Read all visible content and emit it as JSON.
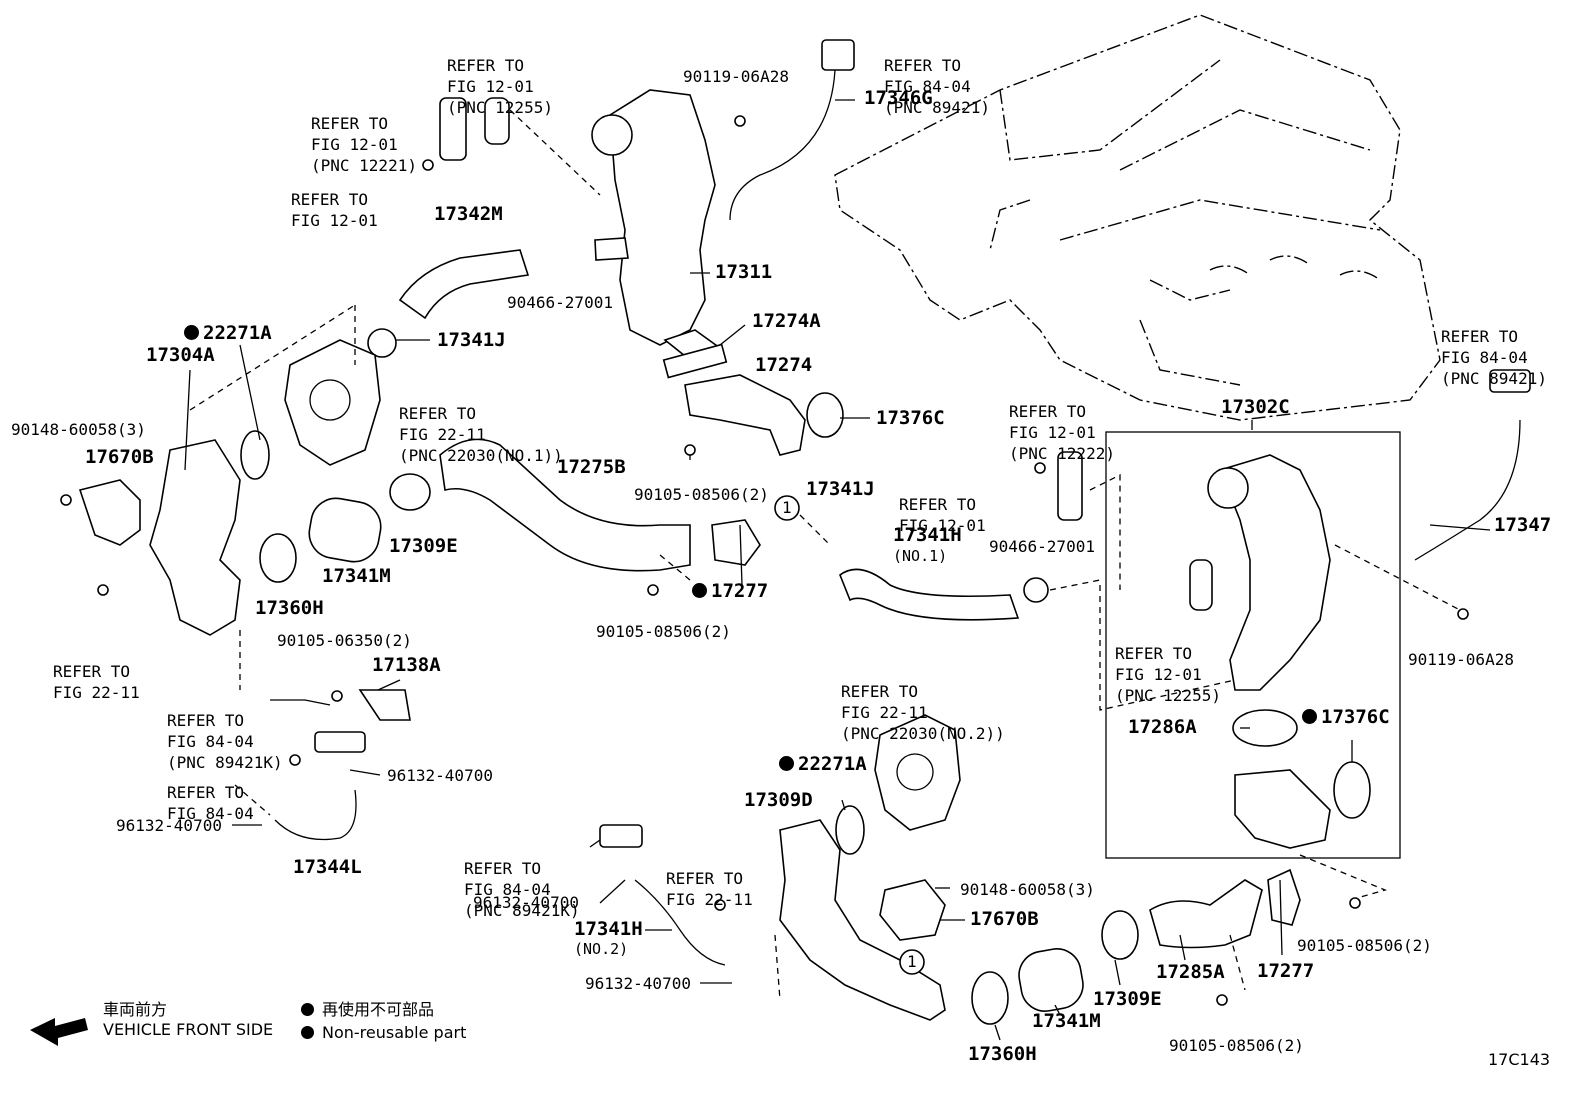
{
  "refs": {
    "r1": [
      "REFER TO",
      "FIG 12-01",
      "(PNC 12255)"
    ],
    "r2": [
      "REFER TO",
      "FIG 84-04",
      "(PNC 89421)"
    ],
    "r3": [
      "REFER TO",
      "FIG 12-01",
      "(PNC 12221)"
    ],
    "r4": [
      "REFER TO",
      "FIG 12-01"
    ],
    "r5": [
      "REFER TO",
      "FIG 84-04",
      "(PNC 89421)"
    ],
    "r6": [
      "REFER TO",
      "FIG 22-11",
      "(PNC 22030(NO.1))"
    ],
    "r7": [
      "REFER TO",
      "FIG 12-01",
      "(PNC 12222)"
    ],
    "r8": [
      "REFER TO",
      "FIG 12-01"
    ],
    "r9": [
      "REFER TO",
      "FIG 12-01",
      "(PNC 12255)"
    ],
    "r10": [
      "REFER TO",
      "FIG 22-11"
    ],
    "r11": [
      "REFER TO",
      "FIG 84-04",
      "(PNC 89421K)"
    ],
    "r12": [
      "REFER TO",
      "FIG 84-04"
    ],
    "r13": [
      "REFER TO",
      "FIG 22-11",
      "(PNC 22030(NO.2))"
    ],
    "r14": [
      "REFER TO",
      "FIG 84-04",
      "(PNC 89421K)"
    ],
    "r15": [
      "REFER TO",
      "FIG 22-11"
    ]
  },
  "parts": {
    "p_90119_06a28_top": "90119-06A28",
    "p_17346g": "17346G",
    "p_17342m": "17342M",
    "p_17311": "17311",
    "p_90466_27001_top": "90466-27001",
    "p_17274a": "17274A",
    "p_22271a_top": "22271A",
    "p_17341j_top": "17341J",
    "p_17304a": "17304A",
    "p_17274": "17274",
    "p_17376c_top": "17376C",
    "p_90148_60058_left": "90148-60058(3)",
    "p_17670b_left": "17670B",
    "p_17275b": "17275B",
    "p_90105_08506_a": "90105-08506(2)",
    "p_17341j_mid": "17341J",
    "p_17302c": "17302C",
    "p_17347": "17347",
    "p_17341h_no1": "17341H",
    "p_no1": "(NO.1)",
    "p_90466_27001_mid": "90466-27001",
    "p_17309e_top": "17309E",
    "p_17341m_top": "17341M",
    "p_17360h_top": "17360H",
    "p_17277_top": "17277",
    "p_90105_08506_b": "90105-08506(2)",
    "p_90119_06a28_right": "90119-06A28",
    "p_90105_06350": "90105-06350(2)",
    "p_17138a": "17138A",
    "p_17286a": "17286A",
    "p_17376c_right": "17376C",
    "p_96132_40700_a": "96132-40700",
    "p_96132_40700_b": "96132-40700",
    "p_17344l": "17344L",
    "p_22271a_bottom": "22271A",
    "p_17309d": "17309D",
    "p_96132_40700_c": "96132-40700",
    "p_17341h_no2": "17341H",
    "p_no2": "(NO.2)",
    "p_96132_40700_d": "96132-40700",
    "p_90148_60058_bottom": "90148-60058(3)",
    "p_17670b_bottom": "17670B",
    "p_90105_08506_c": "90105-08506(2)",
    "p_17277_bottom": "17277",
    "p_17285a": "17285A",
    "p_17309e_bottom": "17309E",
    "p_17341m_bottom": "17341M",
    "p_17360h_bottom": "17360H",
    "p_90105_08506_d": "90105-08506(2)"
  },
  "callout": "1",
  "legend": {
    "front_jp": "車両前方",
    "front_en": "VEHICLE FRONT SIDE",
    "nonreuse_jp": "再使用不可部品",
    "nonreuse_en": "Non-reusable part"
  },
  "figure_code": "17C143"
}
